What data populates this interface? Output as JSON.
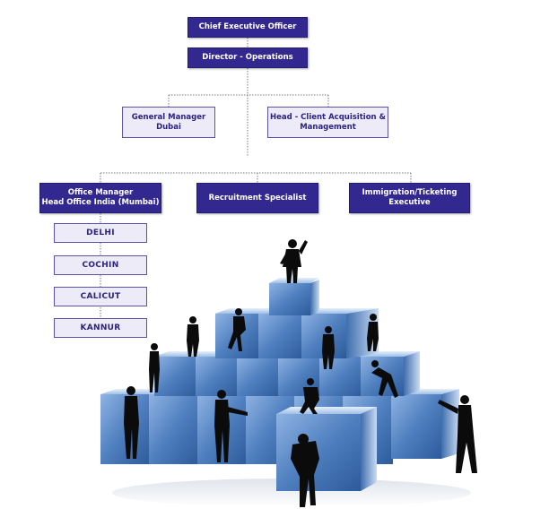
{
  "org_chart": {
    "ceo": "Chief Executive Officer",
    "director": "Director - Operations",
    "tier2": [
      "General Manager\nDubai",
      "Head - Client Acquisition &\nManagement"
    ],
    "tier3": [
      "Office Manager\nHead Office India (Mumbai)",
      "Recruitment Specialist",
      "Immigration/Ticketing\nExecutive"
    ],
    "branches": [
      "DELHI",
      "COCHIN",
      "CALICUT",
      "KANNUR"
    ]
  },
  "colors": {
    "dark_box": "#33288f",
    "light_box": "#edebf7",
    "light_text": "#2c237f",
    "cube_blue": "#4f7fbf"
  },
  "illustration": {
    "icon": "people-climbing-cube-pyramid-icon"
  }
}
